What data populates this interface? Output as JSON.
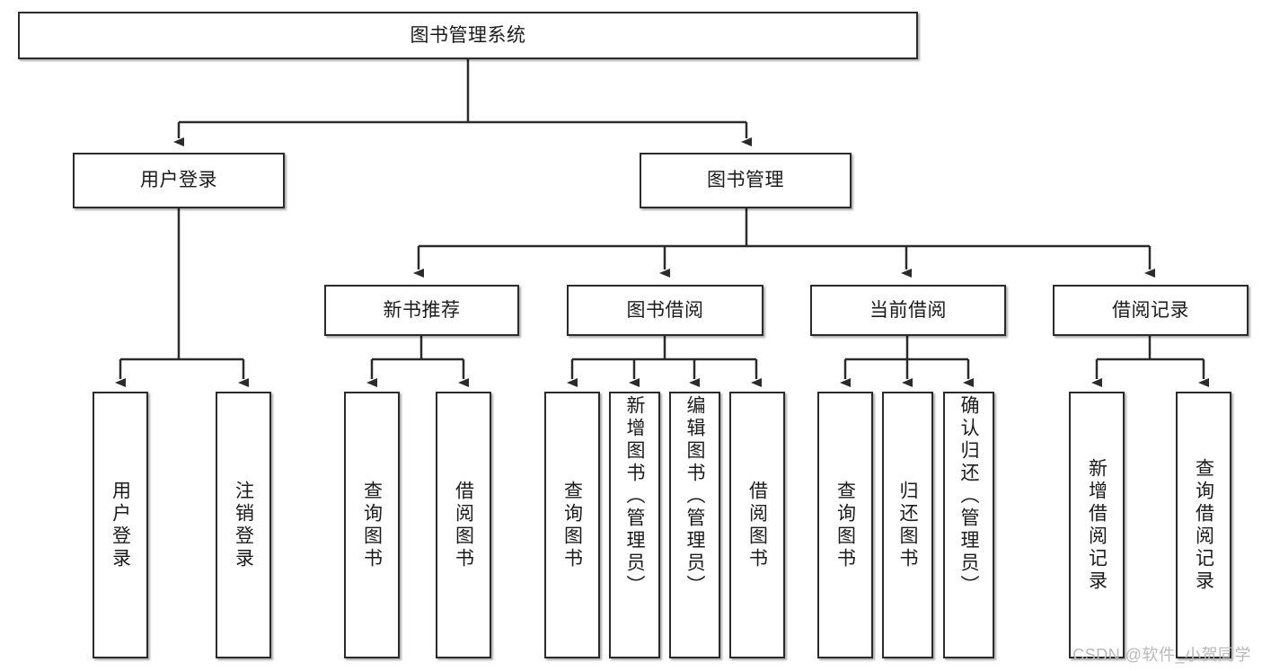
{
  "diagram": {
    "type": "tree-hierarchy",
    "title": "图书管理系统",
    "orientation": "top-down",
    "watermark": "CSDN @软件_小贺同学",
    "colors": {
      "node_border": "#2b2b2b",
      "node_fill": "#ffffff",
      "edge": "#2b2b2b",
      "text": "#1b1b1b",
      "watermark": "#b9b9b9",
      "background": "#ffffff"
    },
    "levels": [
      {
        "level": 0,
        "nodes": [
          {
            "id": "root",
            "label": "图书管理系统",
            "orientation": "horizontal"
          }
        ]
      },
      {
        "level": 1,
        "nodes": [
          {
            "id": "login",
            "label": "用户登录",
            "orientation": "horizontal",
            "parent": "root"
          },
          {
            "id": "bookmgmt",
            "label": "图书管理",
            "orientation": "horizontal",
            "parent": "root"
          }
        ]
      },
      {
        "level": 2,
        "nodes": [
          {
            "id": "newbook",
            "label": "新书推荐",
            "orientation": "horizontal",
            "parent": "bookmgmt"
          },
          {
            "id": "borrow",
            "label": "图书借阅",
            "orientation": "horizontal",
            "parent": "bookmgmt"
          },
          {
            "id": "current",
            "label": "当前借阅",
            "orientation": "horizontal",
            "parent": "bookmgmt"
          },
          {
            "id": "records",
            "label": "借阅记录",
            "orientation": "horizontal",
            "parent": "bookmgmt"
          }
        ]
      },
      {
        "level": 3,
        "nodes": [
          {
            "id": "leaf1",
            "label": "用户登录",
            "orientation": "vertical",
            "parent": "login"
          },
          {
            "id": "leaf2",
            "label": "注销登录",
            "orientation": "vertical",
            "parent": "login"
          },
          {
            "id": "leaf3",
            "label": "查询图书",
            "orientation": "vertical",
            "parent": "newbook"
          },
          {
            "id": "leaf4",
            "label": "借阅图书",
            "orientation": "vertical",
            "parent": "newbook"
          },
          {
            "id": "leaf5",
            "label": "查询图书",
            "orientation": "vertical",
            "parent": "borrow"
          },
          {
            "id": "leaf6",
            "label": "新增图书（管理员）",
            "orientation": "vertical",
            "parent": "borrow"
          },
          {
            "id": "leaf7",
            "label": "编辑图书（管理员）",
            "orientation": "vertical",
            "parent": "borrow"
          },
          {
            "id": "leaf8",
            "label": "借阅图书",
            "orientation": "vertical",
            "parent": "borrow"
          },
          {
            "id": "leaf9",
            "label": "查询图书",
            "orientation": "vertical",
            "parent": "current"
          },
          {
            "id": "leaf10",
            "label": "归还图书",
            "orientation": "vertical",
            "parent": "current"
          },
          {
            "id": "leaf11",
            "label": "确认归还（管理员）",
            "orientation": "vertical",
            "parent": "current"
          },
          {
            "id": "leaf12",
            "label": "新增借阅记录",
            "orientation": "vertical",
            "parent": "records"
          },
          {
            "id": "leaf13",
            "label": "查询借阅记录",
            "orientation": "vertical",
            "parent": "records"
          }
        ]
      }
    ]
  }
}
